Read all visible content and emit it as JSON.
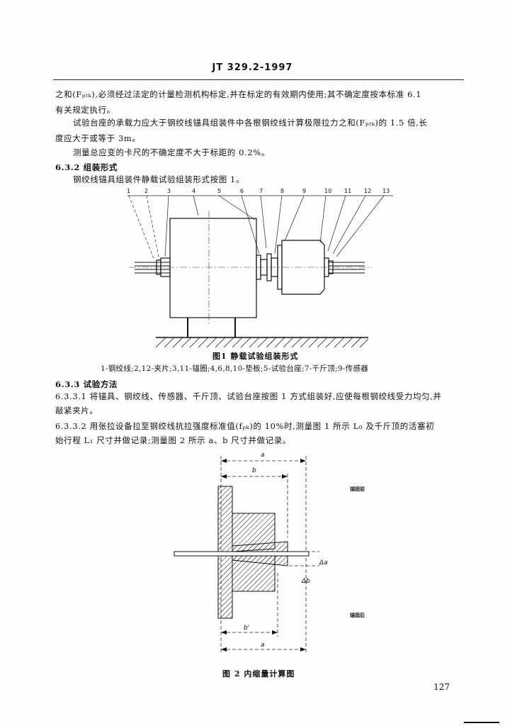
{
  "header": {
    "text": "JT 329.2-1997"
  },
  "paragraphs": {
    "p1_line1": "之和(Fₚₜₖ),必须经过法定的计量检测机构标定,并在标定的有效期内使用;其不确定度按本标准 6.1",
    "p1_line2": "有关规定执行。",
    "p2_line1": "试验台座的承载力应大于钢绞线锚具组装件中各根钢绞线计算极限拉力之和(Fₚₜₖ)的 1.5 倍,长",
    "p2_line2": "度应大于或等于 3m。",
    "p3": "测量总应变的卡尺的不确定度不大于标距的 0.2%。",
    "s632_heading": "6.3.2  组装形式",
    "s632_text": "钢绞线锚具组装件静载试验组装形式按图 1。",
    "s633_heading": "6.3.3  试验方法",
    "s6331_line1": "6.3.3.1  将锚具、钢绞线、传感器、千斤顶、试验台座按图 1 方式组装好,应使每根钢绞线受力均匀,并",
    "s6331_line2": "敲紧夹片。",
    "s6332_line1": "6.3.3.2  用张拉设备拉至钢绞线抗拉强度标准值(fₚₖ)的 10%时,测量图 1 所示 L₀ 及千斤顶的活塞初",
    "s6332_line2": "始行程 L₁ 尺寸并做记录;测量图 2 所示 a、b 尺寸并做记录。"
  },
  "figure1": {
    "numbers": [
      "1",
      "2",
      "3",
      "4",
      "5",
      "6",
      "7",
      "8",
      "9",
      "10",
      "11",
      "12",
      "13"
    ],
    "caption": "图1  静载试验组装形式",
    "legend": "1-钢绞线;2,12-夹片;3,11-锚圈;4,6,8,10-垫板;5-试验台座;7-千斤顶;9-传感器"
  },
  "figure2": {
    "label_a_top": "a",
    "label_b_top": "b",
    "label_before": "锚固前",
    "label_after": "锚固后",
    "label_delta_a": "Δa",
    "label_delta_b": "Δb",
    "label_b_prime": "b'",
    "label_a_bottom": "a",
    "caption": "图 2  内缩量计算图"
  },
  "page_number": "127"
}
